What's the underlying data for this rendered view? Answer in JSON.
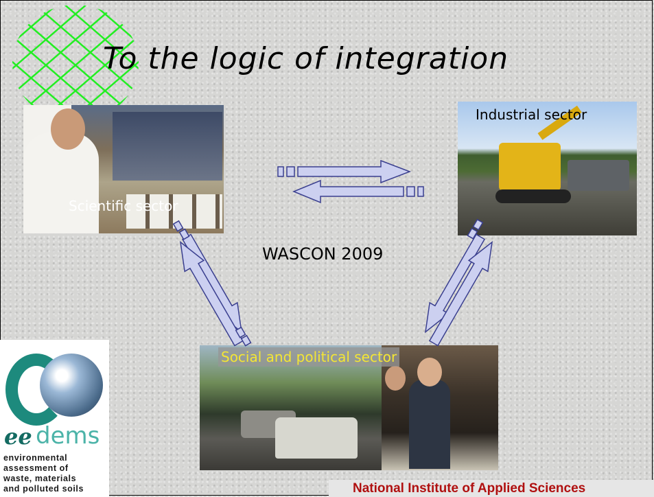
{
  "slide": {
    "title": "To the logic of integration",
    "center_label": "WASCON 2009",
    "footer": "National Institute of Applied Sciences"
  },
  "sectors": {
    "scientific": "Scientific sector",
    "industrial": "Industrial sector",
    "social": "Social and political sector"
  },
  "logo": {
    "brand_ee": "ee",
    "brand_dems": "dems",
    "tagline": [
      "environmental",
      "assessment of",
      "waste, materials",
      "and polluted soils"
    ]
  },
  "colors": {
    "arrow_fill": "#ccd0f0",
    "arrow_stroke": "#3a3f8f",
    "net": "#22ee22",
    "footer_text": "#b01010",
    "social_label": "#f4e634"
  },
  "icons": [
    "green-net-globe-icon",
    "eedems-logo"
  ]
}
